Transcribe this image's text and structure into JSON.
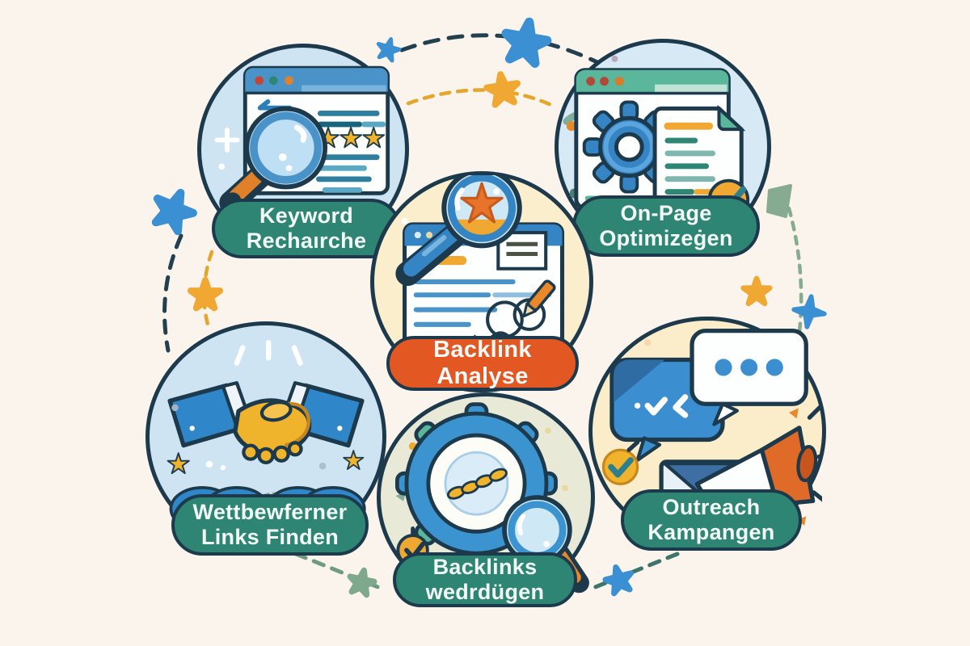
{
  "colors": {
    "background": "#faf4ec",
    "outline": "#1d3a4c",
    "pill_teal": "#2e8573",
    "pill_orange": "#e25722",
    "circle_blue": "#cfe4f3",
    "circle_cream": "#fbeecd",
    "circle_olive": "#e9e9d8",
    "accent_blue": "#3b8fd3",
    "accent_gold": "#f0b42c",
    "accent_orange": "#e8742b",
    "accent_teal": "#5bb79b"
  },
  "nodes": [
    {
      "id": "keyword-research",
      "line1": "Keyword",
      "line2": "Rechaırche",
      "icon": "magnifier-browser-stars"
    },
    {
      "id": "onpage-optimization",
      "line1": "On-Page",
      "line2": "Optimizeġen",
      "icon": "window-gear-document-check"
    },
    {
      "id": "backlink-analysis",
      "line1": "Backlink",
      "line2": "Analyse",
      "icon": "document-magnifier-star-signature"
    },
    {
      "id": "competitor-links",
      "line1": "Wettbewferner",
      "line2": "Links Finden",
      "icon": "handshake-chain-links"
    },
    {
      "id": "outreach-campaigns",
      "line1": "Outreach",
      "line2": "Kampangen",
      "icon": "chat-bubbles-megaphone-envelope"
    },
    {
      "id": "verify-backlinks",
      "line1": "Backlinks",
      "line2": "wedrdügen",
      "icon": "gear-chain-magnifier-check"
    }
  ]
}
